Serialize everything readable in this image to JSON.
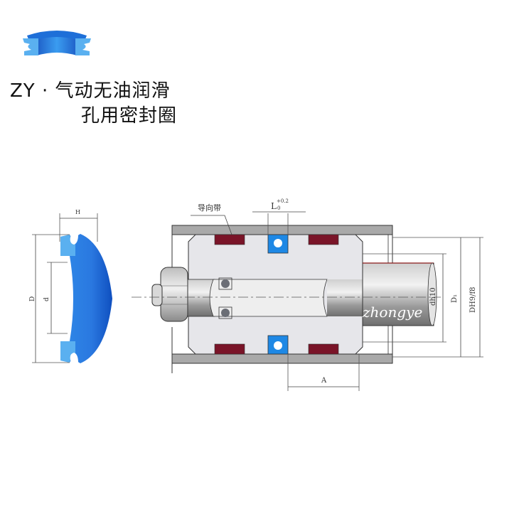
{
  "header": {
    "title_line1": "ZY · 气动无油润滑",
    "title_line2": "孔用密封圈",
    "logo_icon": "seal-ring-logo-icon"
  },
  "seal_profile": {
    "dim_H": "H",
    "dim_D": "D",
    "dim_d": "d"
  },
  "assembly": {
    "guide_band_label": "导向带",
    "dim_L": "L",
    "dim_L_tol_upper": "+0.2",
    "dim_L_tol_lower": "0",
    "dim_A": "A",
    "dim_dh10": "dh10",
    "dim_D1": "D₁",
    "dim_DH9": "DH9/f8",
    "watermark": "zhongye"
  },
  "colors": {
    "seal_blue": "#1e88e5",
    "seal_light": "#5ab0f0",
    "guide_band": "#7a1428",
    "cylinder_gray": "#a9a9a9",
    "piston_fill": "#e6e6ea"
  }
}
